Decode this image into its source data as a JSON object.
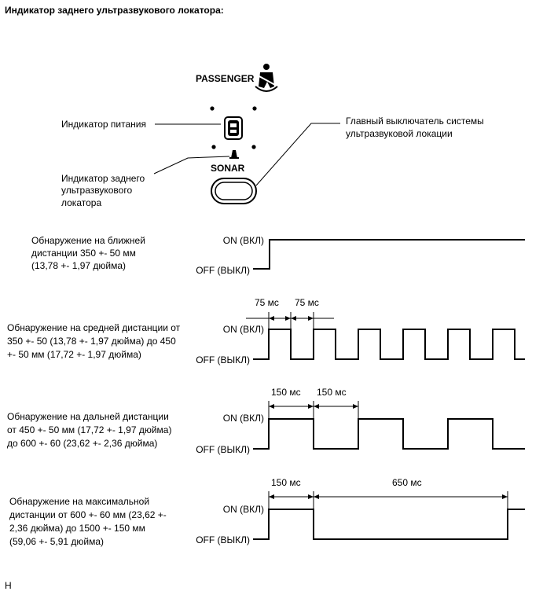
{
  "title": "Индикатор заднего ультразвукового локатора:",
  "panel": {
    "passenger_label": "PASSENGER",
    "sonar_label": "SONAR",
    "power_indicator_label": "Индикатор питания",
    "rear_indicator_label": [
      "Индикатор заднего",
      "ультразвукового",
      "локатора"
    ],
    "main_switch_label": [
      "Главный выключатель системы",
      "ультразвуковой локации"
    ]
  },
  "on_label": "ON (ВКЛ)",
  "off_label": "OFF (ВЫКЛ)",
  "timings": [
    {
      "description": [
        "Обнаружение на ближней",
        "дистанции 350 +- 50 мм",
        "(13,78 +- 1,97 дюйма)"
      ],
      "durations": []
    },
    {
      "description": [
        "Обнаружение на средней дистанции от",
        "350 +- 50 (13,78 +- 1,97 дюйма) до 450",
        "+- 50 мм (17,72 +- 1,97 дюйма)"
      ],
      "durations": [
        "75 мс",
        "75 мс"
      ]
    },
    {
      "description": [
        "Обнаружение на дальней дистанции",
        "от 450 +- 50 мм (17,72 +- 1,97 дюйма)",
        "до 600 +- 60 (23,62 +- 2,36 дюйма)"
      ],
      "durations": [
        "150 мс",
        "150 мс"
      ]
    },
    {
      "description": [
        "Обнаружение на максимальной",
        "дистанции от 600 +- 60 мм (23,62 +-",
        "2,36 дюйма) до 1500 +- 150 мм",
        "(59,06 +- 5,91 дюйма)"
      ],
      "durations": [
        "150 мс",
        "650 мс"
      ]
    }
  ],
  "footer_code": "H"
}
